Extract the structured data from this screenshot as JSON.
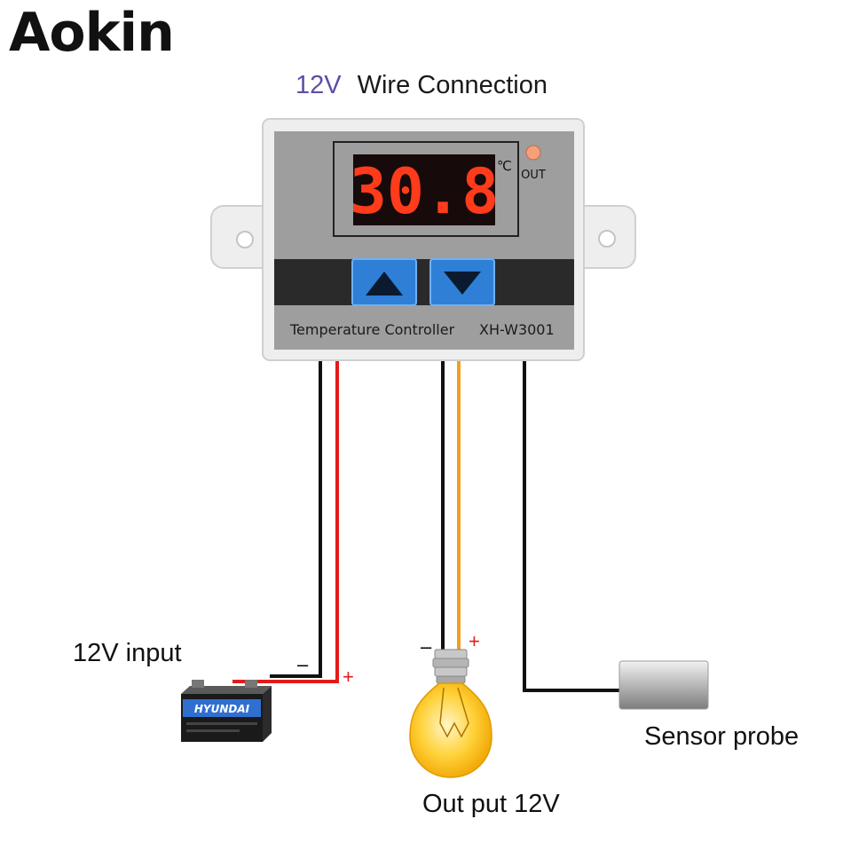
{
  "brand": "Aokin",
  "title": {
    "voltage": "12V",
    "text": "Wire Connection"
  },
  "device": {
    "display": "30.8",
    "unit": "℃",
    "out_led": "OUT",
    "name": "Temperature Controller",
    "model": "XH-W3001",
    "colors": {
      "housing": "#eeeeee",
      "panel": "#9e9e9e",
      "band": "#2a2a2a",
      "button": "#2f7fd6",
      "digit": "#ff3b1c"
    }
  },
  "buttons": {
    "up_icon": "triangle-up-icon",
    "down_icon": "triangle-down-icon"
  },
  "labels": {
    "input": "12V input",
    "output": "Out put 12V",
    "sensor": "Sensor probe"
  },
  "signs": {
    "minus": "–",
    "plus": "+"
  },
  "battery": {
    "brand": "HYUNDAI"
  },
  "wires": {
    "black": "#111111",
    "red": "#e31b1b",
    "orange": "#f0a020"
  }
}
